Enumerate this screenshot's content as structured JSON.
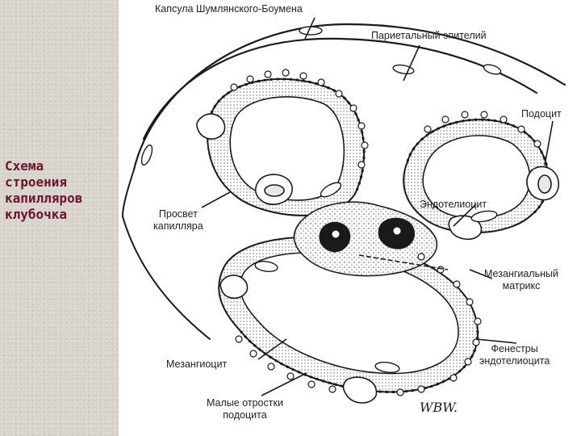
{
  "side_title": [
    "Схема",
    "строения",
    "капилляров",
    "клубочка"
  ],
  "labels": {
    "capsule": "Капсула Шумлянского-Боумена",
    "parietal": "Париетальный эпителий",
    "podocyte": "Подоцит",
    "endothelio": "Эндотелиоцит",
    "lumen_1": "Просвет",
    "lumen_2": "капилляра",
    "matrix_1": "Мезангиальный",
    "matrix_2": "матрикс",
    "fenestra_1": "Фенестры",
    "fenestra_2": "эндотелиоцита",
    "mesangiocyte": "Мезангиоцит",
    "processes_1": "Малые отростки",
    "processes_2": "подоцита",
    "signature": "WBW."
  },
  "colors": {
    "title": "#6b1430",
    "panel": "#d9d4cb",
    "ink": "#1a1a1a",
    "label": "#222222"
  }
}
